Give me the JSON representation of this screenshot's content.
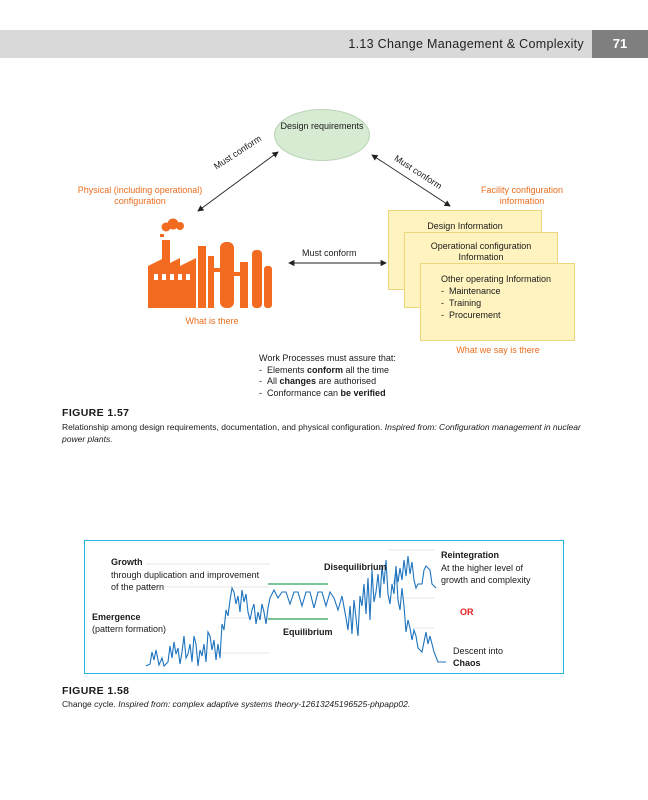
{
  "header": {
    "title": "1.13 Change Management & Complexity",
    "page_number": "71"
  },
  "figure1": {
    "design_requirements": "Design requirements",
    "must_conform_left": "Must conform",
    "must_conform_right": "Must conform",
    "must_conform_middle": "Must conform",
    "physical_label": "Physical (including operational) configuration",
    "facility_label": "Facility configuration information",
    "what_is_there": "What is there",
    "what_we_say": "What we say is there",
    "card1": "Design Information",
    "card2": "Operational configuration Information",
    "card3_title": "Other operating Information",
    "card3_items": [
      "Maintenance",
      "Training",
      "Procurement"
    ],
    "wp_intro": "Work Processes must assure that:",
    "wp_line1_a": "Elements ",
    "wp_line1_b": "conform",
    "wp_line1_c": " all the time",
    "wp_line2_a": "All ",
    "wp_line2_b": "changes",
    "wp_line2_c": " are authorised",
    "wp_line3_a": "Conformance can ",
    "wp_line3_b": "be verified",
    "label": "FIGURE 1.57",
    "caption_plain": "Relationship among design requirements, documentation, and physical configuration. ",
    "caption_italic": "Inspired from: Configuration management in nuclear power plants."
  },
  "figure2": {
    "growth": "Growth",
    "growth_desc": "through duplication and improvement of the pattern",
    "emergence": "Emergence",
    "emergence_desc": "(pattern formation)",
    "disequilibrium": "Disequilibrium",
    "equilibrium": "Equilibrium",
    "reintegration": "Reintegration",
    "reintegration_desc": "At the higher level of growth and complexity",
    "or": "OR",
    "descent": "Descent into",
    "chaos": "Chaos",
    "label": "FIGURE 1.58",
    "caption_plain": "Change cycle. ",
    "caption_italic": "Inspired from: complex adaptive systems theory-12613245196525-phpapp02."
  },
  "colors": {
    "orange": "#e96d1f",
    "ellipse_fill": "#d6ebd2",
    "card_fill": "#fff3bf",
    "cycle_line": "#1e73be",
    "cycle_border": "#29b6e6",
    "equilibrium_green": "#2aa05a"
  }
}
